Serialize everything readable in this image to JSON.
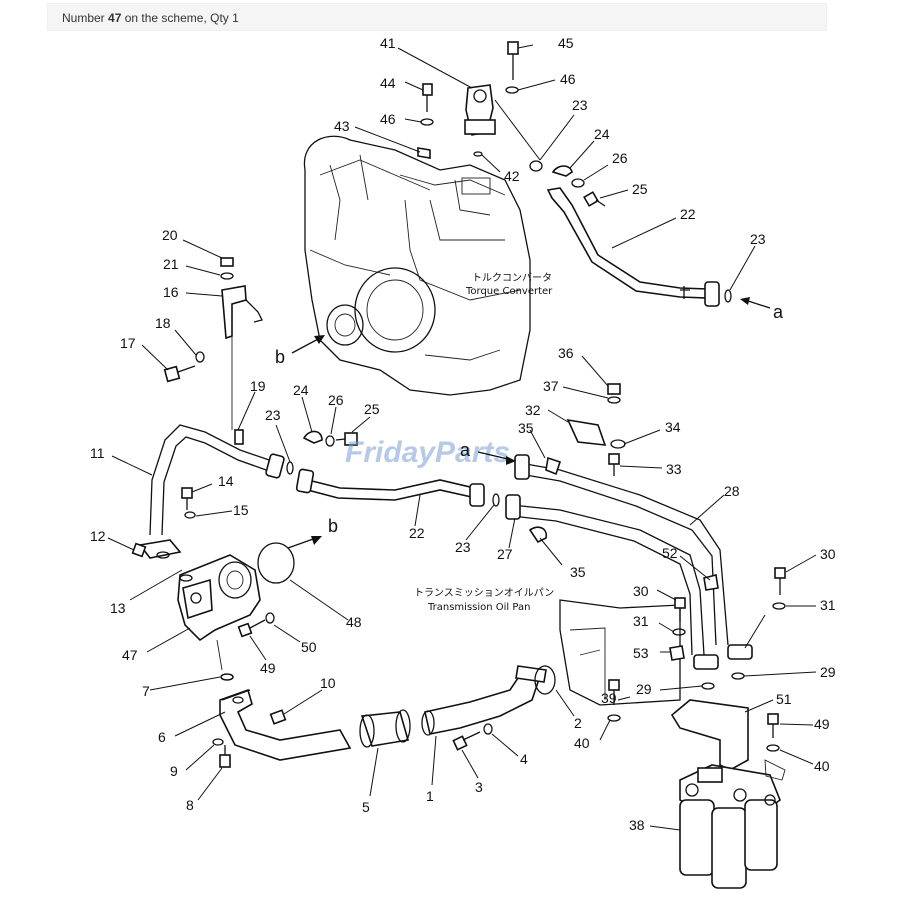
{
  "caption": {
    "prefix": "Number",
    "number": "47",
    "suffix": "on the scheme, Qty 1"
  },
  "watermark": {
    "text": "FridayParts",
    "color": "#7a9ed6"
  },
  "labels": {
    "torque_jp": "トルクコンバータ",
    "torque_en": "Torque Converter",
    "trans_jp": "トランスミッションオイルパン",
    "trans_en": "Transmission Oil Pan",
    "a_top": "a",
    "a_mid": "a",
    "b_left": "b",
    "b_mid": "b"
  },
  "part_numbers": {
    "n1": "1",
    "n2": "2",
    "n3": "3",
    "n4": "4",
    "n5": "5",
    "n6": "6",
    "n7": "7",
    "n8": "8",
    "n9": "9",
    "n10": "10",
    "n11": "11",
    "n12": "12",
    "n13": "13",
    "n14": "14",
    "n15": "15",
    "n16": "16",
    "n17": "17",
    "n18": "18",
    "n19": "19",
    "n20": "20",
    "n21": "21",
    "n22a": "22",
    "n22b": "22",
    "n23a": "23",
    "n23b": "23",
    "n23c": "23",
    "n23d": "23",
    "n24a": "24",
    "n24b": "24",
    "n25a": "25",
    "n25b": "25",
    "n26a": "26",
    "n26b": "26",
    "n27": "27",
    "n28": "28",
    "n29a": "29",
    "n29b": "29",
    "n30a": "30",
    "n30b": "30",
    "n31a": "31",
    "n31b": "31",
    "n32": "32",
    "n33": "33",
    "n34": "34",
    "n35a": "35",
    "n35b": "35",
    "n36": "36",
    "n37": "37",
    "n38": "38",
    "n39": "39",
    "n40a": "40",
    "n40b": "40",
    "n41": "41",
    "n42": "42",
    "n43": "43",
    "n44": "44",
    "n45": "45",
    "n46a": "46",
    "n46b": "46",
    "n47": "47",
    "n48": "48",
    "n49a": "49",
    "n49b": "49",
    "n50": "50",
    "n51": "51",
    "n52": "52",
    "n53": "53"
  }
}
